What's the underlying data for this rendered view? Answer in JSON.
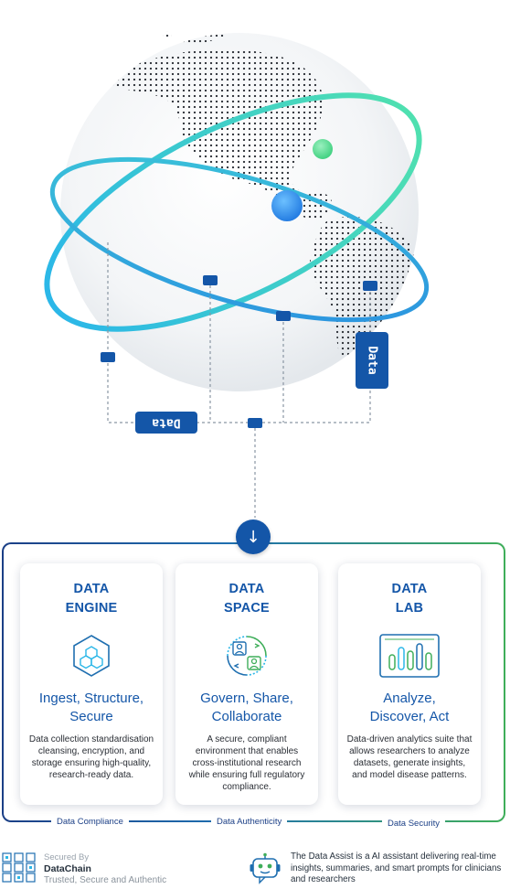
{
  "hero": {
    "data_label_vertical": "Data",
    "data_label_horizontal": "Data"
  },
  "cards": [
    {
      "title": "DATA\nENGINE",
      "icon": "hexagon-cubes-icon",
      "subtitle": "Ingest, Structure,\nSecure",
      "description": "Data collection standardisation cleansing, encryption, and storage ensuring high-quality, research-ready data."
    },
    {
      "title": "DATA\nSPACE",
      "icon": "collaboration-people-icon",
      "subtitle": "Govern, Share,\nCollaborate",
      "description": "A secure, compliant environment that enables cross-institutional research while ensuring full regulatory compliance."
    },
    {
      "title": "DATA\nLAB",
      "icon": "analytics-bars-icon",
      "subtitle": "Analyze,\nDiscover, Act",
      "description": "Data-driven analytics suite that allows researchers to analyze datasets, generate insights, and model disease patterns."
    }
  ],
  "taglines": {
    "compliance": "Data Compliance",
    "authenticity": "Data Authenticity",
    "security": "Data Security"
  },
  "footer": {
    "secured_by": "Secured By",
    "brand": "DataChain",
    "brand_tagline": "Trusted, Secure and Authentic",
    "assistant_text": "The Data Assist is a AI assistant delivering real-time insights, summaries, and smart prompts for clinicians and researchers",
    "brand_icon": "datachain-grid-icon",
    "assistant_icon": "robot-assistant-icon"
  },
  "colors": {
    "primary": "#1456a8",
    "orbit_start": "#2bb7e8",
    "orbit_end": "#4fe0b0",
    "frame_left": "#1b3f86",
    "frame_right": "#3fae5a",
    "node_green": "#4cd88a",
    "node_blue": "#2f8ef0"
  }
}
